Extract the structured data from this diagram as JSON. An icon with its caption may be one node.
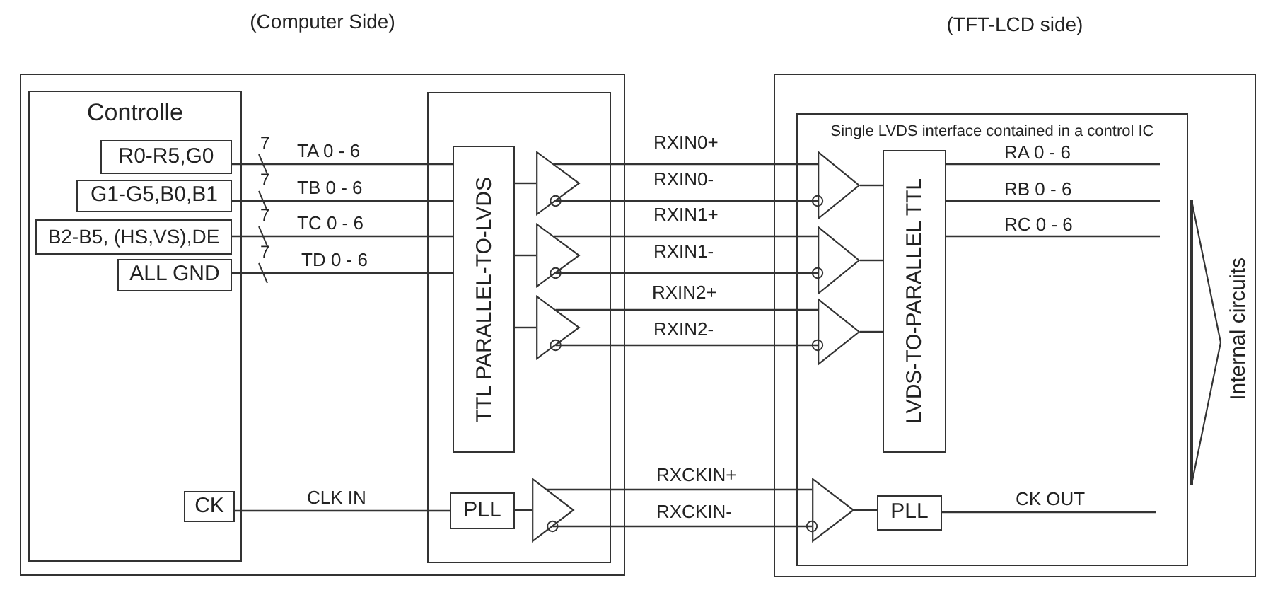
{
  "diagram": {
    "nodes": [
      {
        "text": [
          "(Computer Side)"
        ]
      },
      {
        "text": [
          "Controlle"
        ],
        "in": 0
      },
      {
        "text": [
          "R0-R5,G0"
        ],
        "in": 1
      },
      {
        "text": [
          "G1-G5,B0,B1"
        ],
        "in": 1
      },
      {
        "text": [
          "B2-B5, (HS,VS),DE"
        ],
        "in": 1
      },
      {
        "text": [
          "ALL GND"
        ],
        "in": 1
      },
      {
        "text": [
          "CK"
        ],
        "in": 1
      },
      {
        "text": [],
        "shape": "box",
        "in": 0
      },
      {
        "text": [
          "TTL PARALLEL-TO-LVDS"
        ],
        "in": 7
      },
      {
        "text": [],
        "shape": "triangle",
        "in": 7
      },
      {
        "text": [],
        "shape": "triangle",
        "in": 7
      },
      {
        "text": [],
        "shape": "triangle",
        "in": 7
      },
      {
        "text": [
          "PLL"
        ],
        "in": 7
      },
      {
        "text": [],
        "shape": "triangle",
        "in": 7
      },
      {
        "text": [
          "(TFT-LCD side)"
        ]
      },
      {
        "text": [
          "Single LVDS interface contained in a control IC"
        ],
        "in": 14
      },
      {
        "text": [],
        "shape": "triangle",
        "in": 15
      },
      {
        "text": [],
        "shape": "triangle",
        "in": 15
      },
      {
        "text": [],
        "shape": "triangle",
        "in": 15
      },
      {
        "text": [
          "LVDS-TO-PARALLEL TTL"
        ],
        "in": 15
      },
      {
        "text": [],
        "shape": "triangle",
        "in": 15
      },
      {
        "text": [
          "PLL"
        ],
        "in": 15
      },
      {
        "text": [
          "Internal circuits"
        ],
        "in": 14
      }
    ],
    "edges": [
      {
        "from": 2,
        "to": 8,
        "arrow": "none",
        "label": "TA 0 - 6"
      },
      {
        "from": 3,
        "to": 8,
        "arrow": "none",
        "label": "TB 0 - 6"
      },
      {
        "from": 4,
        "to": 8,
        "arrow": "none",
        "label": "TC 0 - 6"
      },
      {
        "from": 5,
        "to": 8,
        "arrow": "none",
        "label": "TD 0 - 6"
      },
      {
        "from": 8,
        "to": 9,
        "arrow": "none"
      },
      {
        "from": 8,
        "to": 10,
        "arrow": "none"
      },
      {
        "from": 8,
        "to": 11,
        "arrow": "none"
      },
      {
        "from": 9,
        "to": 16,
        "arrow": "none",
        "label": "RXIN0+"
      },
      {
        "from": 9,
        "to": 16,
        "arrow": "other",
        "label": "RXIN0-"
      },
      {
        "from": 10,
        "to": 17,
        "arrow": "none",
        "label": "RXIN1+"
      },
      {
        "from": 10,
        "to": 17,
        "arrow": "other",
        "label": "RXIN1-"
      },
      {
        "from": 11,
        "to": 18,
        "arrow": "none",
        "label": "RXIN2+"
      },
      {
        "from": 11,
        "to": 18,
        "arrow": "other",
        "label": "RXIN2-"
      },
      {
        "from": 16,
        "to": 19,
        "arrow": "none"
      },
      {
        "from": 17,
        "to": 19,
        "arrow": "none"
      },
      {
        "from": 18,
        "to": 19,
        "arrow": "none"
      },
      {
        "from": 19,
        "to": null,
        "arrow": "none",
        "label": "RA 0 - 6"
      },
      {
        "from": 19,
        "to": null,
        "arrow": "none",
        "label": "RB 0 - 6"
      },
      {
        "from": 19,
        "to": null,
        "arrow": "none",
        "label": "RC 0 - 6"
      },
      {
        "from": 6,
        "to": 12,
        "arrow": "none",
        "label": "CLK IN"
      },
      {
        "from": 12,
        "to": 13,
        "arrow": "none"
      },
      {
        "from": 13,
        "to": 20,
        "arrow": "none",
        "label": "RXCKIN+"
      },
      {
        "from": 13,
        "to": 20,
        "arrow": "other",
        "label": "RXCKIN-"
      },
      {
        "from": 20,
        "to": 21,
        "arrow": "none"
      },
      {
        "from": 21,
        "to": null,
        "arrow": "none",
        "label": "CK OUT"
      }
    ],
    "labels": [
      "7",
      "7",
      "7",
      "7"
    ]
  }
}
